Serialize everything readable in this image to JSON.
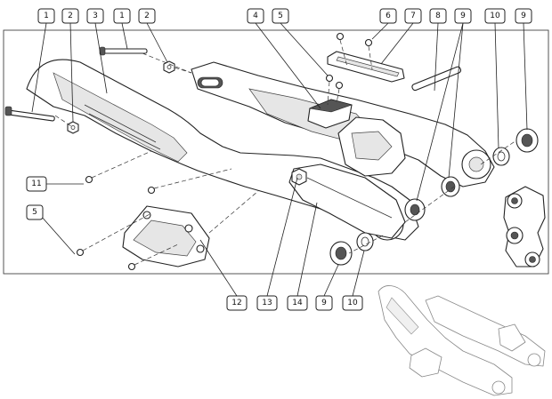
{
  "callouts": [
    {
      "id": "c1a",
      "label": "1"
    },
    {
      "id": "c2a",
      "label": "2"
    },
    {
      "id": "c3",
      "label": "3"
    },
    {
      "id": "c1b",
      "label": "1"
    },
    {
      "id": "c2b",
      "label": "2"
    },
    {
      "id": "c4",
      "label": "4"
    },
    {
      "id": "c5a",
      "label": "5"
    },
    {
      "id": "c6",
      "label": "6"
    },
    {
      "id": "c7",
      "label": "7"
    },
    {
      "id": "c8",
      "label": "8"
    },
    {
      "id": "c9a",
      "label": "9"
    },
    {
      "id": "c10a",
      "label": "10"
    },
    {
      "id": "c9b",
      "label": "9"
    },
    {
      "id": "c11",
      "label": "11"
    },
    {
      "id": "c5b",
      "label": "5"
    },
    {
      "id": "c12",
      "label": "12"
    },
    {
      "id": "c13",
      "label": "13"
    },
    {
      "id": "c14",
      "label": "14"
    },
    {
      "id": "c9c",
      "label": "9"
    },
    {
      "id": "c10b",
      "label": "10"
    }
  ]
}
